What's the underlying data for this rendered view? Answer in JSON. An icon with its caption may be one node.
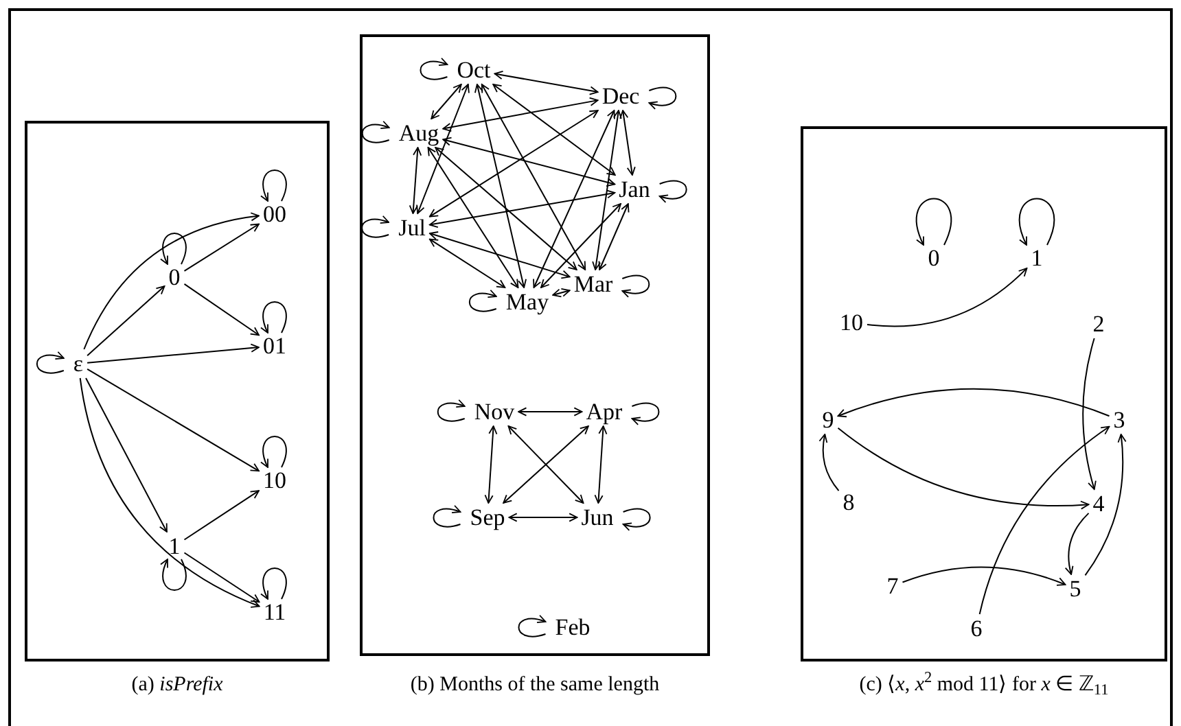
{
  "diagram": {
    "nodes": [
      {
        "text": [],
        "shape": "box",
        "beside": [
          "(a) *isPrefix*"
        ]
      },
      {
        "text": [
          "ε"
        ],
        "in": 0
      },
      {
        "text": [
          "0"
        ],
        "in": 0
      },
      {
        "text": [
          "00"
        ],
        "in": 0
      },
      {
        "text": [
          "01"
        ],
        "in": 0
      },
      {
        "text": [
          "10"
        ],
        "in": 0
      },
      {
        "text": [
          "1"
        ],
        "in": 0
      },
      {
        "text": [
          "11"
        ],
        "in": 0
      },
      {
        "text": [],
        "shape": "box",
        "beside": [
          "(b) Months of the same length"
        ]
      },
      {
        "text": [
          "Oct"
        ],
        "in": 8
      },
      {
        "text": [
          "Dec"
        ],
        "in": 8
      },
      {
        "text": [
          "Aug"
        ],
        "in": 8
      },
      {
        "text": [
          "Jan"
        ],
        "in": 8
      },
      {
        "text": [
          "Jul"
        ],
        "in": 8
      },
      {
        "text": [
          "Mar"
        ],
        "in": 8
      },
      {
        "text": [
          "May"
        ],
        "in": 8
      },
      {
        "text": [
          "Nov"
        ],
        "in": 8
      },
      {
        "text": [
          "Apr"
        ],
        "in": 8
      },
      {
        "text": [
          "Sep"
        ],
        "in": 8
      },
      {
        "text": [
          "Jun"
        ],
        "in": 8
      },
      {
        "text": [
          "Feb"
        ],
        "in": 8
      },
      {
        "text": [],
        "shape": "box",
        "beside": [
          "(c) ⟨*x*, *x*$^{2}$ mod 11⟩ for *x* ∈ ℤ$_{11}$"
        ]
      },
      {
        "text": [
          "0"
        ],
        "in": 21
      },
      {
        "text": [
          "1"
        ],
        "in": 21
      },
      {
        "text": [
          "10"
        ],
        "in": 21
      },
      {
        "text": [
          "2"
        ],
        "in": 21
      },
      {
        "text": [
          "9"
        ],
        "in": 21
      },
      {
        "text": [
          "3"
        ],
        "in": 21
      },
      {
        "text": [
          "8"
        ],
        "in": 21
      },
      {
        "text": [
          "4"
        ],
        "in": 21
      },
      {
        "text": [
          "7"
        ],
        "in": 21
      },
      {
        "text": [
          "5"
        ],
        "in": 21
      },
      {
        "text": [
          "6"
        ],
        "in": 21
      }
    ],
    "edges": [
      {
        "from": 1,
        "to": 1,
        "arrow": "to"
      },
      {
        "from": 1,
        "to": 2,
        "arrow": "to"
      },
      {
        "from": 1,
        "to": 3,
        "arrow": "to"
      },
      {
        "from": 1,
        "to": 4,
        "arrow": "to"
      },
      {
        "from": 1,
        "to": 5,
        "arrow": "to"
      },
      {
        "from": 1,
        "to": 6,
        "arrow": "to"
      },
      {
        "from": 1,
        "to": 7,
        "arrow": "to"
      },
      {
        "from": 2,
        "to": 2,
        "arrow": "to"
      },
      {
        "from": 2,
        "to": 3,
        "arrow": "to"
      },
      {
        "from": 2,
        "to": 4,
        "arrow": "to"
      },
      {
        "from": 3,
        "to": 3,
        "arrow": "to"
      },
      {
        "from": 4,
        "to": 4,
        "arrow": "to"
      },
      {
        "from": 5,
        "to": 5,
        "arrow": "to"
      },
      {
        "from": 6,
        "to": 6,
        "arrow": "to"
      },
      {
        "from": 6,
        "to": 5,
        "arrow": "to"
      },
      {
        "from": 6,
        "to": 7,
        "arrow": "to"
      },
      {
        "from": 7,
        "to": 7,
        "arrow": "to"
      },
      {
        "from": 9,
        "to": 9,
        "arrow": "to"
      },
      {
        "from": 10,
        "to": 10,
        "arrow": "to"
      },
      {
        "from": 11,
        "to": 11,
        "arrow": "to"
      },
      {
        "from": 12,
        "to": 12,
        "arrow": "to"
      },
      {
        "from": 13,
        "to": 13,
        "arrow": "to"
      },
      {
        "from": 14,
        "to": 14,
        "arrow": "to"
      },
      {
        "from": 15,
        "to": 15,
        "arrow": "to"
      },
      {
        "from": 16,
        "to": 16,
        "arrow": "to"
      },
      {
        "from": 17,
        "to": 17,
        "arrow": "to"
      },
      {
        "from": 18,
        "to": 18,
        "arrow": "to"
      },
      {
        "from": 19,
        "to": 19,
        "arrow": "to"
      },
      {
        "from": 20,
        "to": 20,
        "arrow": "to"
      },
      {
        "from": 9,
        "to": 10,
        "arrow": "both"
      },
      {
        "from": 9,
        "to": 11,
        "arrow": "both"
      },
      {
        "from": 9,
        "to": 12,
        "arrow": "both"
      },
      {
        "from": 9,
        "to": 13,
        "arrow": "both"
      },
      {
        "from": 9,
        "to": 14,
        "arrow": "both"
      },
      {
        "from": 9,
        "to": 15,
        "arrow": "both"
      },
      {
        "from": 10,
        "to": 11,
        "arrow": "both"
      },
      {
        "from": 10,
        "to": 12,
        "arrow": "both"
      },
      {
        "from": 10,
        "to": 13,
        "arrow": "both"
      },
      {
        "from": 10,
        "to": 14,
        "arrow": "both"
      },
      {
        "from": 10,
        "to": 15,
        "arrow": "both"
      },
      {
        "from": 11,
        "to": 12,
        "arrow": "both"
      },
      {
        "from": 11,
        "to": 13,
        "arrow": "both"
      },
      {
        "from": 11,
        "to": 14,
        "arrow": "both"
      },
      {
        "from": 11,
        "to": 15,
        "arrow": "both"
      },
      {
        "from": 12,
        "to": 13,
        "arrow": "both"
      },
      {
        "from": 12,
        "to": 14,
        "arrow": "both"
      },
      {
        "from": 12,
        "to": 15,
        "arrow": "both"
      },
      {
        "from": 13,
        "to": 14,
        "arrow": "both"
      },
      {
        "from": 13,
        "to": 15,
        "arrow": "both"
      },
      {
        "from": 14,
        "to": 15,
        "arrow": "both"
      },
      {
        "from": 16,
        "to": 17,
        "arrow": "both"
      },
      {
        "from": 16,
        "to": 18,
        "arrow": "both"
      },
      {
        "from": 16,
        "to": 19,
        "arrow": "both"
      },
      {
        "from": 17,
        "to": 18,
        "arrow": "both"
      },
      {
        "from": 17,
        "to": 19,
        "arrow": "both"
      },
      {
        "from": 18,
        "to": 19,
        "arrow": "both"
      },
      {
        "from": 22,
        "to": 22,
        "arrow": "to"
      },
      {
        "from": 23,
        "to": 23,
        "arrow": "to"
      },
      {
        "from": 24,
        "to": 23,
        "arrow": "to"
      },
      {
        "from": 25,
        "to": 29,
        "arrow": "to"
      },
      {
        "from": 27,
        "to": 26,
        "arrow": "to"
      },
      {
        "from": 26,
        "to": 29,
        "arrow": "to"
      },
      {
        "from": 28,
        "to": 26,
        "arrow": "to"
      },
      {
        "from": 29,
        "to": 31,
        "arrow": "to"
      },
      {
        "from": 31,
        "to": 27,
        "arrow": "to"
      },
      {
        "from": 30,
        "to": 31,
        "arrow": "to"
      },
      {
        "from": 32,
        "to": 27,
        "arrow": "to"
      }
    ]
  }
}
